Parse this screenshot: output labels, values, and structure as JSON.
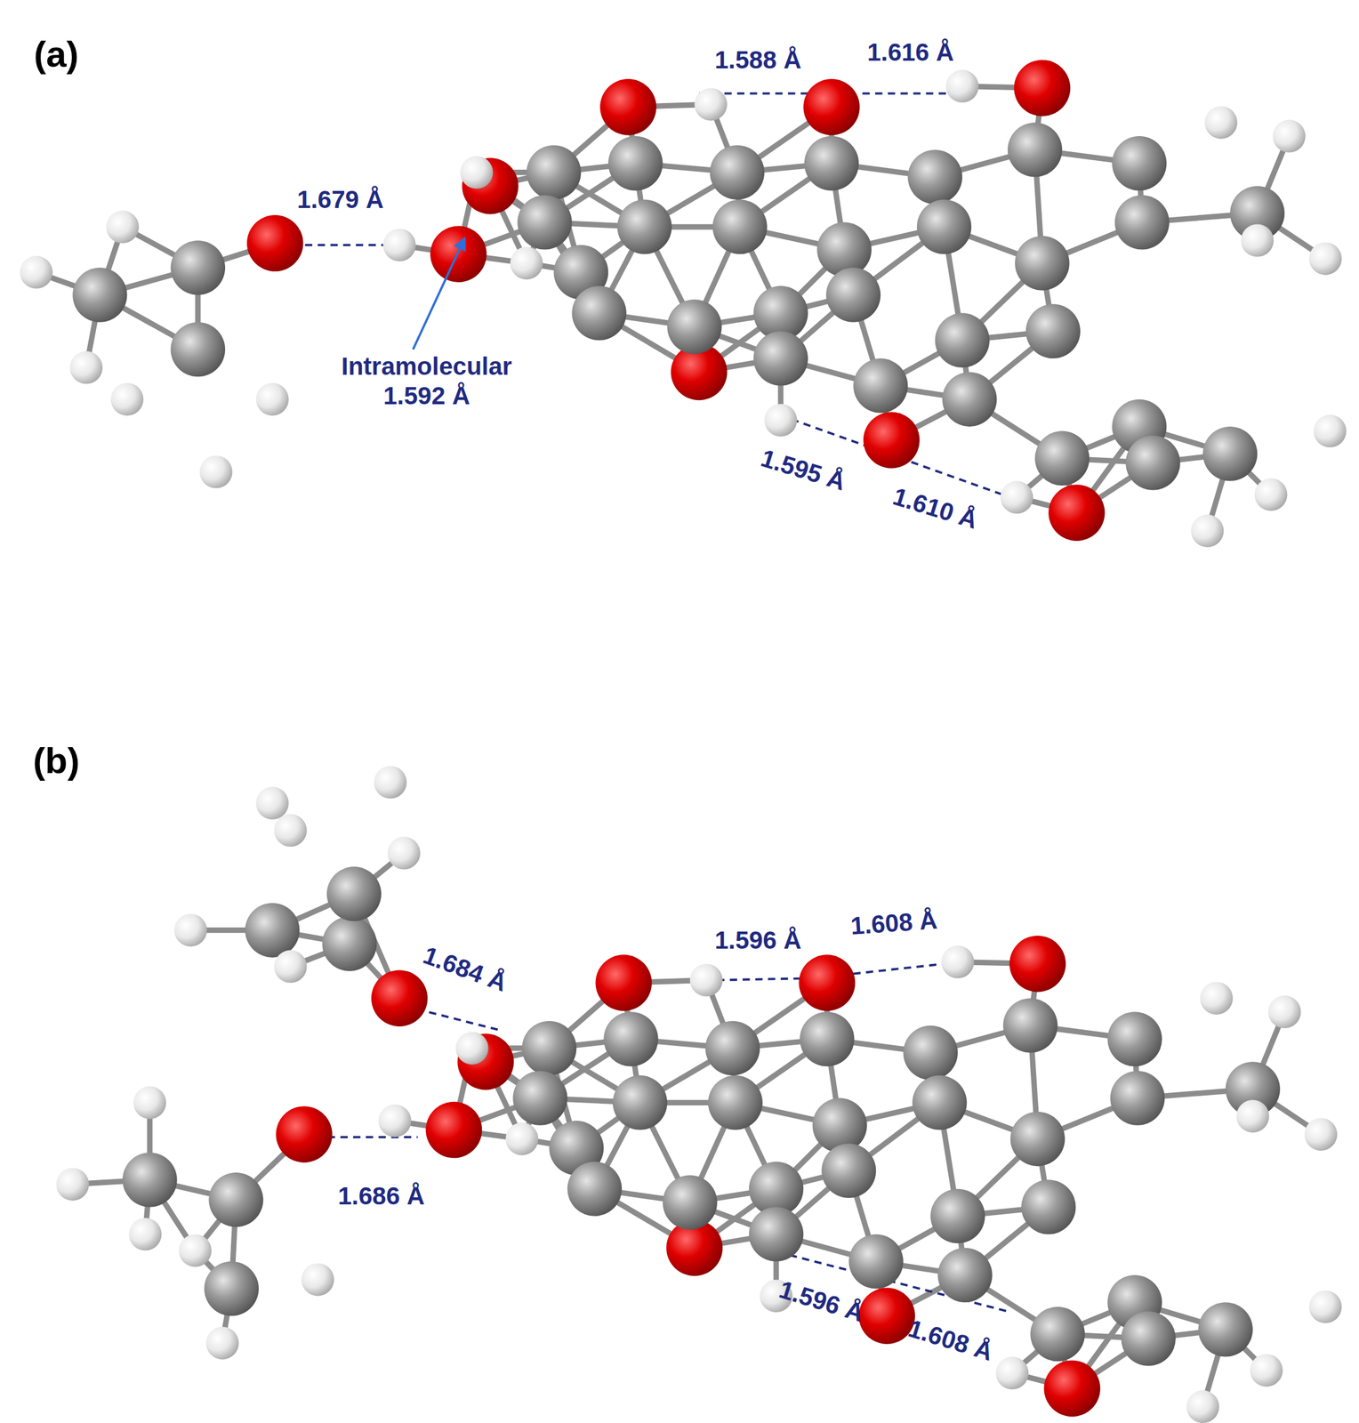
{
  "diagram": {
    "labels": [
      "(a)",
      "1.588 Å",
      "1.616 Å",
      "1.679 Å",
      "Intramolecular 1.592 Å",
      "1.595 Å",
      "1.610 Å",
      "(b)",
      "1.684 Å",
      "1.596 Å",
      "1.608 Å",
      "1.686 Å",
      "1.596 Å",
      "1.608 Å"
    ]
  }
}
